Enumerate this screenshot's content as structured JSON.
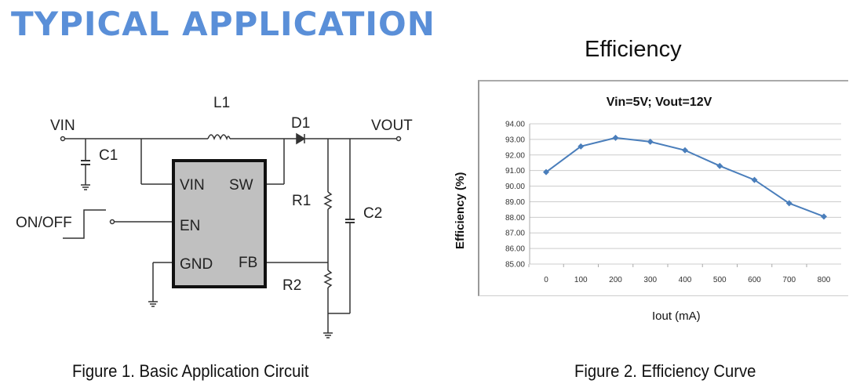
{
  "section_title": "TYPICAL APPLICATION",
  "figure1": {
    "caption": "Figure 1. Basic Application Circuit",
    "labels": {
      "vin": "VIN",
      "vout": "VOUT",
      "l1": "L1",
      "d1": "D1",
      "c1": "C1",
      "c2": "C2",
      "r1": "R1",
      "r2": "R2",
      "on_off": "ON/OFF",
      "pin_vin": "VIN",
      "pin_sw": "SW",
      "pin_en": "EN",
      "pin_gnd": "GND",
      "pin_fb": "FB"
    }
  },
  "figure2": {
    "heading": "Efficiency",
    "caption": "Figure 2. Efficiency Curve"
  },
  "chart_data": {
    "type": "line",
    "title": "Vin=5V; Vout=12V",
    "xlabel": "Iout (mA)",
    "ylabel": "Efficiency (%)",
    "x": [
      0,
      100,
      200,
      300,
      400,
      500,
      600,
      700,
      800
    ],
    "x_tick_labels": [
      "0",
      "100",
      "200",
      "300",
      "400",
      "500",
      "600",
      "700",
      "800"
    ],
    "y_tick_labels": [
      "94.00",
      "93.00",
      "92.00",
      "91.00",
      "90.00",
      "89.00",
      "88.00",
      "87.00",
      "86.00",
      "85.00"
    ],
    "ylim": [
      85,
      94
    ],
    "grid": true,
    "series": [
      {
        "name": "Efficiency",
        "color": "#4a7ebb",
        "values": [
          90.9,
          92.55,
          93.1,
          92.85,
          92.3,
          91.3,
          90.4,
          88.9,
          88.05
        ]
      }
    ]
  }
}
